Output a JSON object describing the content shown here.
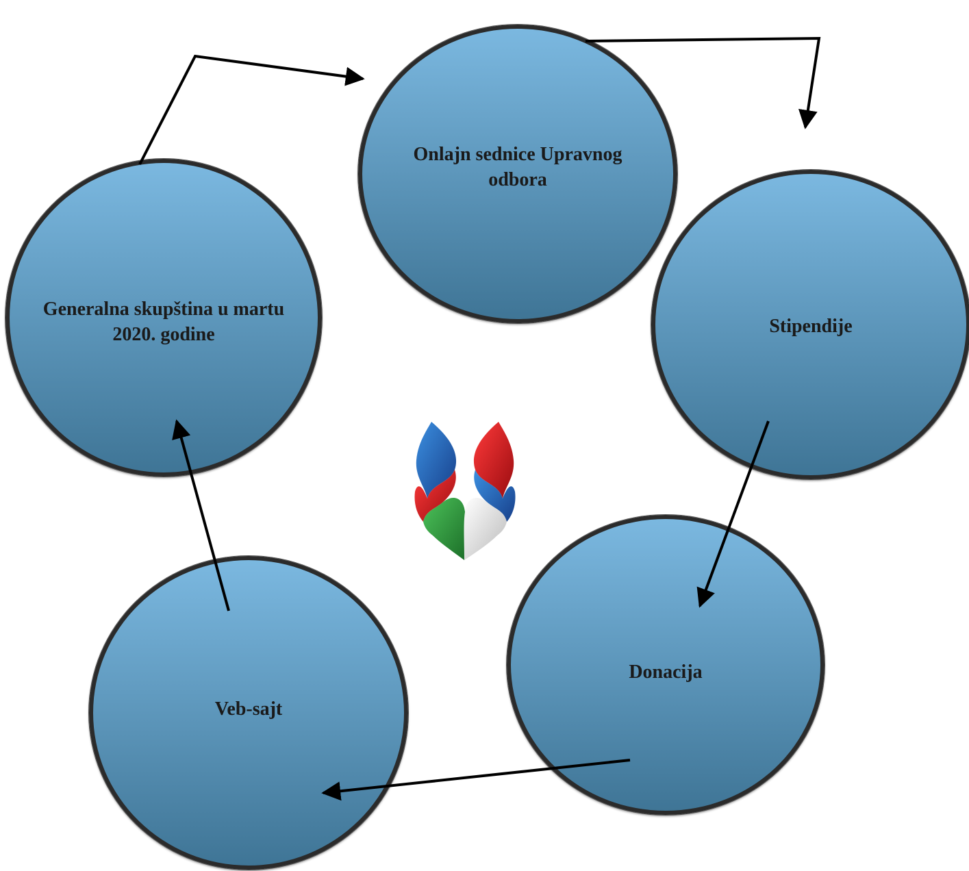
{
  "colors": {
    "circle_gradient_top": "#7bb8e0",
    "circle_gradient_bottom": "#3f7596",
    "circle_border": "#2b2b2b",
    "arrow": "#000000",
    "logo_blue": "#1d5fb5",
    "logo_red": "#d0141a",
    "logo_green": "#2c9a3a",
    "logo_white": "#f2f2f2"
  },
  "nodes": {
    "top": {
      "label": "Onlajn sednice Upravnog\nodbora"
    },
    "right": {
      "label": "Stipendije"
    },
    "bottom_right": {
      "label": "Donacija"
    },
    "bottom_left": {
      "label": "Veb-sajt"
    },
    "left": {
      "label": "Generalna skupština u martu\n2020. godine"
    }
  },
  "flow_order": [
    "top",
    "right",
    "bottom_right",
    "bottom_left",
    "left",
    "top"
  ],
  "logo": {
    "icon": "flame-logo-icon",
    "colors": [
      "blue",
      "red",
      "green",
      "white"
    ]
  }
}
